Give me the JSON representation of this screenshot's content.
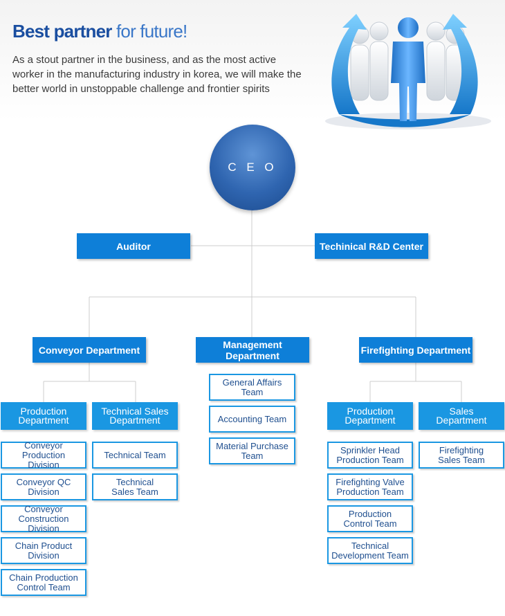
{
  "header": {
    "title_bold": "Best partner",
    "title_rest": " for future!",
    "description": "As a stout partner in the business, and as the most active worker in the manufacturing industry in korea, we will make the better world in unstoppable challenge and frontier spirits"
  },
  "colors": {
    "dark_blue": "#2f65b0",
    "box_blue": "#0e7fd8",
    "light_blue": "#1a97e2",
    "team_text": "#1f4f8f"
  },
  "org": {
    "ceo": "C E O",
    "auditor": "Auditor",
    "rd_center": "Techinical R&D Center",
    "conveyor": {
      "label": "Conveyor Department",
      "production": {
        "label": "Production\nDepartment",
        "teams": [
          "Conveyor Production\nDivision",
          "Conveyor QC\nDivision",
          "Conveyor Construction\nDivision",
          "Chain Product\nDivision",
          "Chain Production\nControl Team"
        ]
      },
      "tech_sales": {
        "label": "Technical Sales\nDepartment",
        "teams": [
          "Technical Team",
          "Technical\nSales Team"
        ]
      }
    },
    "management": {
      "label": "Management Department",
      "teams": [
        "General Affairs\nTeam",
        "Accounting Team",
        "Material Purchase\nTeam"
      ]
    },
    "firefighting": {
      "label": "Firefighting Department",
      "production": {
        "label": "Production\nDepartment",
        "teams": [
          "Sprinkler Head\nProduction Team",
          "Firefighting Valve\nProduction Team",
          "Production\nControl Team",
          "Technical\nDevelopment Team"
        ]
      },
      "sales": {
        "label": "Sales\nDepartment",
        "teams": [
          "Firefighting\nSales Team"
        ]
      }
    }
  }
}
